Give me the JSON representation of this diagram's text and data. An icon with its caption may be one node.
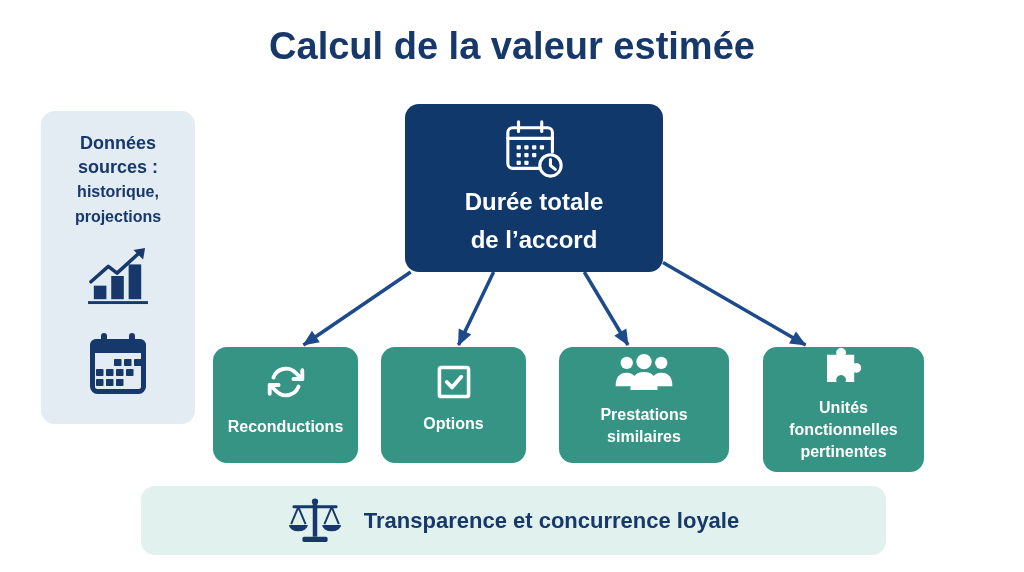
{
  "diagram": {
    "title": "Calcul de la valeur estimée",
    "nodes": [
      {
        "text": [
          "Données sources :",
          "historique, projections"
        ]
      },
      {
        "text": [
          "Durée totale de l’accord"
        ]
      },
      {
        "text": [
          "Reconductions"
        ]
      },
      {
        "text": [
          "Options"
        ]
      },
      {
        "text": [
          "Prestations similaires"
        ]
      },
      {
        "text": [
          "Unités fonctionnelles pertinentes"
        ]
      },
      {
        "text": [
          "Transparence et concurrence loyale"
        ]
      }
    ],
    "edges": [
      {
        "from": 1,
        "to": 2,
        "arrow": "to"
      },
      {
        "from": 1,
        "to": 3,
        "arrow": "to"
      },
      {
        "from": 1,
        "to": 4,
        "arrow": "to"
      },
      {
        "from": 1,
        "to": 5,
        "arrow": "to"
      }
    ]
  }
}
